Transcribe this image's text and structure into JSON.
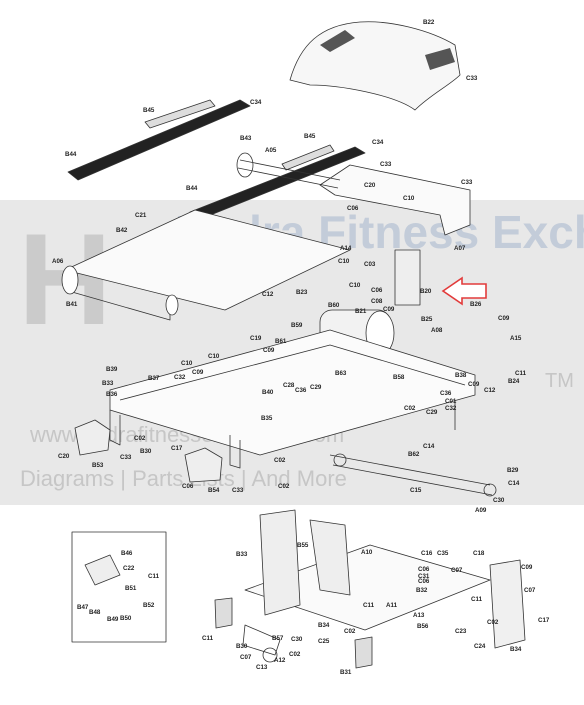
{
  "watermark": {
    "brand": "Hydra Fitness Exchange",
    "url": "www.hydrafitnessexchange.com",
    "tagline": "Diagrams | Parts Lists | And More",
    "tm": "TM"
  },
  "colors": {
    "highlight_arrow": "#e23b3b",
    "line": "#333333",
    "watermark": "#aaaaaa"
  },
  "parts": [
    "B22",
    "C33",
    "C34",
    "B45",
    "B43",
    "A05",
    "B45",
    "C34",
    "C33",
    "C20",
    "C33",
    "B44",
    "B44",
    "C06",
    "C10",
    "C21",
    "B42",
    "A14",
    "A06",
    "A07",
    "C03",
    "C10",
    "C10",
    "B20",
    "B41",
    "B23",
    "C06",
    "C08",
    "C09",
    "C12",
    "B60",
    "B21",
    "B26",
    "B25",
    "C19",
    "B59",
    "C10",
    "B61",
    "C09",
    "A08",
    "A15",
    "C10",
    "C09",
    "C09",
    "B63",
    "B58",
    "B38",
    "B39",
    "C32",
    "C28",
    "B33",
    "B37",
    "C36",
    "C29",
    "B40",
    "C09",
    "C11",
    "B24",
    "C12",
    "B36",
    "C36",
    "C02",
    "C29",
    "C01",
    "C32",
    "B35",
    "C02",
    "C14",
    "C20",
    "B30",
    "C17",
    "C02",
    "B62",
    "B53",
    "C33",
    "C06",
    "B54",
    "C33",
    "C02",
    "B29",
    "C15",
    "C14",
    "C30",
    "A09",
    "B46",
    "C22",
    "C11",
    "B47",
    "B51",
    "B48",
    "B49",
    "B50",
    "B52",
    "C16",
    "C35",
    "C18",
    "B33",
    "B55",
    "A10",
    "C06",
    "C07",
    "C09",
    "B32",
    "C31",
    "C06",
    "C07",
    "C11",
    "A11",
    "A13",
    "B56",
    "C23",
    "C02",
    "C17",
    "C11",
    "B34",
    "C02",
    "C25",
    "C24",
    "B30",
    "B57",
    "C30",
    "C07",
    "A12",
    "C02",
    "C13",
    "B31",
    "B34",
    "C11",
    "C07"
  ]
}
